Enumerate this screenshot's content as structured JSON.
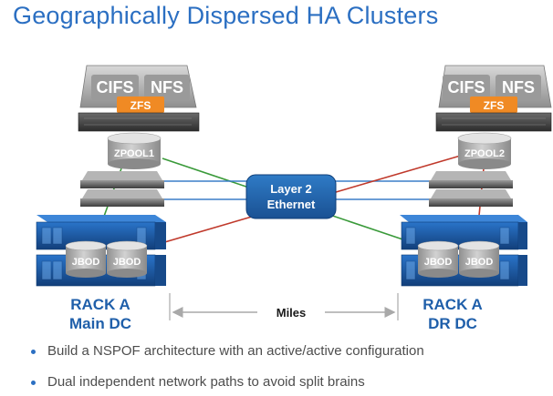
{
  "title": "Geographically Dispersed HA Clusters",
  "colors": {
    "title": "#2b6fc2",
    "rack_label": "#1f5faa",
    "zfs_badge": "#f08a24",
    "layer2_box": "#2166ad",
    "link_green": "#3a9a3a",
    "link_blue": "#3b7ec8",
    "link_red": "#c0392b",
    "jbod_frame": "#1b5fb0"
  },
  "main_site": {
    "protocols": [
      "CIFS",
      "NFS"
    ],
    "fs_badge": "ZFS",
    "pool": "ZPOOL1",
    "jbods": [
      "JBOD",
      "JBOD"
    ],
    "rack_name": "RACK A",
    "site_name": "Main DC"
  },
  "dr_site": {
    "protocols": [
      "CIFS",
      "NFS"
    ],
    "fs_badge": "ZFS",
    "pool": "ZPOOL2",
    "jbods": [
      "JBOD",
      "JBOD"
    ],
    "rack_name": "RACK A",
    "site_name": "DR DC"
  },
  "network": {
    "line1": "Layer 2",
    "line2": "Ethernet"
  },
  "distance_label": "Miles",
  "bullets": [
    "Build a NSPOF architecture with an active/active configuration",
    "Dual independent network paths to avoid split brains"
  ]
}
